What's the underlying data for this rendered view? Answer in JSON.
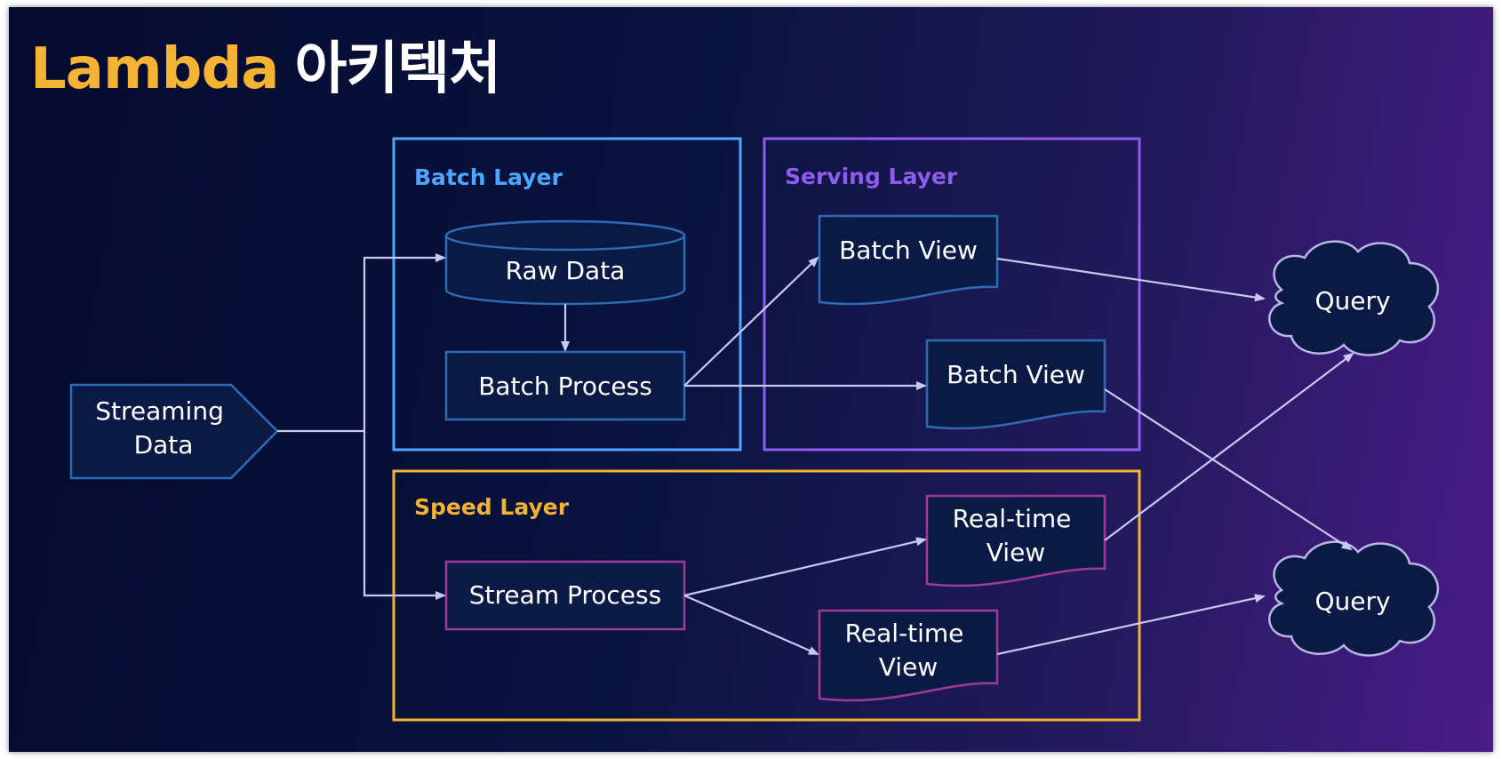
{
  "title": {
    "prefix": "Lambda",
    "suffix": "아키텍처"
  },
  "colors": {
    "batch": "#4da6ff",
    "serving": "#8f5cf0",
    "speed": "#f2b233",
    "node": "#2d6cb5",
    "node_fill": "#0b1a45",
    "realtime_border": "#a03a9a",
    "arrow": "#c8c8f0"
  },
  "layers": {
    "batch": "Batch Layer",
    "serving": "Serving Layer",
    "speed": "Speed Layer"
  },
  "nodes": {
    "source": [
      "Streaming",
      "Data"
    ],
    "raw_data": "Raw Data",
    "batch_process": "Batch Process",
    "batch_view_1": "Batch View",
    "batch_view_2": "Batch View",
    "stream_process": "Stream Process",
    "realtime_view_1": [
      "Real-time",
      "View"
    ],
    "realtime_view_2": [
      "Real-time",
      "View"
    ],
    "query_1": "Query",
    "query_2": "Query"
  }
}
